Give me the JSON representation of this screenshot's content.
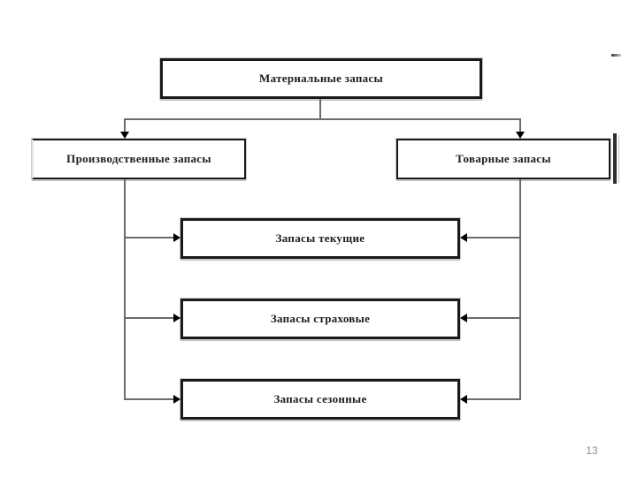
{
  "slide": {
    "page_number": "13"
  },
  "diagram": {
    "root": {
      "label": "Материальные запасы"
    },
    "level2": [
      {
        "label": "Производственные запасы"
      },
      {
        "label": "Товарные запасы"
      }
    ],
    "level3": [
      {
        "label": "Запасы текущие"
      },
      {
        "label": "Запасы страховые"
      },
      {
        "label": "Запасы сезонные"
      }
    ]
  },
  "colors": {
    "background": "#ffffff",
    "box_border": "#1a1a1a",
    "connector": "#6b6b6b",
    "arrowhead": "#000000",
    "page_number": "#8f8f8f"
  }
}
